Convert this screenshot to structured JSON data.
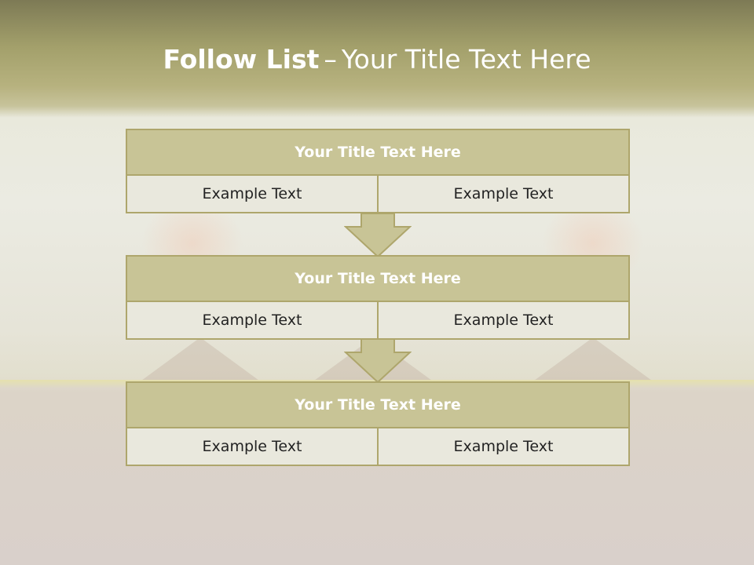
{
  "slide": {
    "title_bold": "Follow List",
    "title_sep": "–",
    "title_rest": "Your Title Text Here"
  },
  "blocks": [
    {
      "title": "Your Title Text Here",
      "left": "Example Text",
      "right": "Example Text"
    },
    {
      "title": "Your Title Text Here",
      "left": "Example Text",
      "right": "Example Text"
    },
    {
      "title": "Your Title Text Here",
      "left": "Example Text",
      "right": "Example Text"
    }
  ],
  "colors": {
    "header_fill": "#c8c496",
    "body_fill": "#e9e8dd",
    "border": "#aea66c",
    "arrow_fill": "#c8c496"
  },
  "icons": [
    "down-arrow-icon"
  ]
}
